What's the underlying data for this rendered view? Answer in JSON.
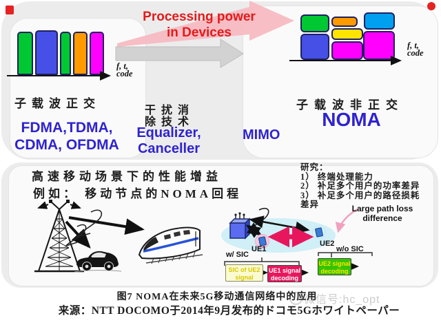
{
  "slide": {
    "processing_label_line1": "Processing power",
    "processing_label_line2": "in Devices",
    "left_axis_label": [
      "f, t,",
      "code"
    ],
    "right_axis_label": [
      "f, t,",
      "code"
    ],
    "left_group": {
      "title": "子载波正交",
      "tech": [
        "FDMA,TDMA,",
        "CDMA, OFDMA"
      ]
    },
    "center_group": {
      "title": [
        "干扰消",
        "除技术"
      ],
      "tech": [
        "Equalizer,",
        "Canceller"
      ]
    },
    "mimo": "MIMO",
    "right_group": {
      "title": "子载波非正交",
      "tech": "NOMA"
    },
    "bottom_panel": {
      "heading": "高速移动场景下的性能增益",
      "example": "例如： 移动节点的NOMA回程",
      "research_lines": [
        "研究：",
        "1） 终端处理能力",
        "2） 补足多个用户的功率差异",
        "3） 补足多个用户的路径损耗",
        "差异"
      ],
      "path_loss": [
        "Large path loss",
        "difference"
      ],
      "ue1": "UE1",
      "ue2": "UE2",
      "with_sic": "w/ SIC",
      "without_sic": "w/o SIC",
      "sic_box": [
        "SIC of UE2",
        "signal"
      ],
      "ue1_box": [
        "UE1 signal",
        "decoding"
      ],
      "ue2_box": [
        "UE2 signal",
        "decoding"
      ]
    },
    "caption": {
      "figure": "图7  NOMA在未来5G移动通信网络中的应用",
      "source": "来源：NTT DOCOMO于2014年9月发布的ドコモ5Gホワイトペーパー"
    },
    "watermark": "微信号:hc_opt"
  },
  "colors": {
    "left_bars": [
      "#00c832",
      "#4650e6",
      "#00c832",
      "#ff9a00",
      "#ff00ff"
    ],
    "bar_green": "#00c832",
    "bar_blue": "#4650e6",
    "bar_orange": "#ff9a00",
    "bar_magenta": "#ff00ff",
    "bar_cyan": "#00a0f0",
    "bar_yellow": "#ffe400",
    "accent_blue": "#2f23cf",
    "accent_red": "#e31b1b",
    "sic_box_bg": "#fbfbd2",
    "sic_box_text": "#d8c800",
    "ue1_box_bg": "#e8175d",
    "ue1_box_text": "#ffffff",
    "ue2_box_bg": "#35c500",
    "ue2_box_text": "#ffe400",
    "crimson_arrow": "#e8175d",
    "ellipse_bg": "#cdeef7",
    "pink_arrow": "#f7bac2",
    "gray_arrow": "#d2d2d2"
  }
}
